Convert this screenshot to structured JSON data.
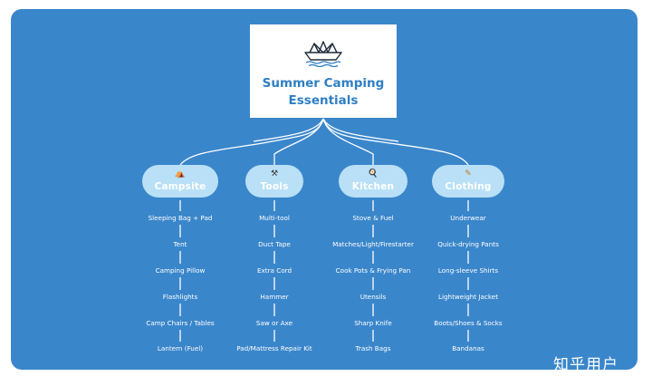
{
  "root": {
    "title_line1": "Summer Camping",
    "title_line2": "Essentials",
    "icon": "paper-boat-icon"
  },
  "categories": [
    {
      "label": "Campsite",
      "icon": "tent-icon",
      "icon_glyph": "⛺",
      "items": [
        "Sleeping Bag + Pad",
        "Tent",
        "Camping Pillow",
        "Flashlights",
        "Camp Chairs / Tables",
        "Lantern (Fuel)"
      ]
    },
    {
      "label": "Tools",
      "icon": "crossed-tools-icon",
      "icon_glyph": "⚒",
      "items": [
        "Multi-tool",
        "Duct Tape",
        "Extra Cord",
        "Hammer",
        "Saw or Axe",
        "Pad/Mattress Repair Kit"
      ]
    },
    {
      "label": "Kitchen",
      "icon": "frying-pan-icon",
      "icon_glyph": "🍳",
      "items": [
        "Stove & Fuel",
        "Matches/Light/Firestarter",
        "Cook Pots & Frying Pan",
        "Utensils",
        "Sharp Knife",
        "Trash Bags"
      ]
    },
    {
      "label": "Clothing",
      "icon": "clothing-icon",
      "icon_glyph": "✎",
      "items": [
        "Underwear",
        "Quick-drying Pants",
        "Long-sleeve Shirts",
        "Lightweight Jacket",
        "Boots/Shoes & Socks",
        "Bandanas"
      ]
    }
  ],
  "watermark": "知乎用户",
  "colors": {
    "background": "#3a86cb",
    "category_pill": "#b9e0f6",
    "title": "#2e7fc3",
    "lines": "#ffffff"
  }
}
